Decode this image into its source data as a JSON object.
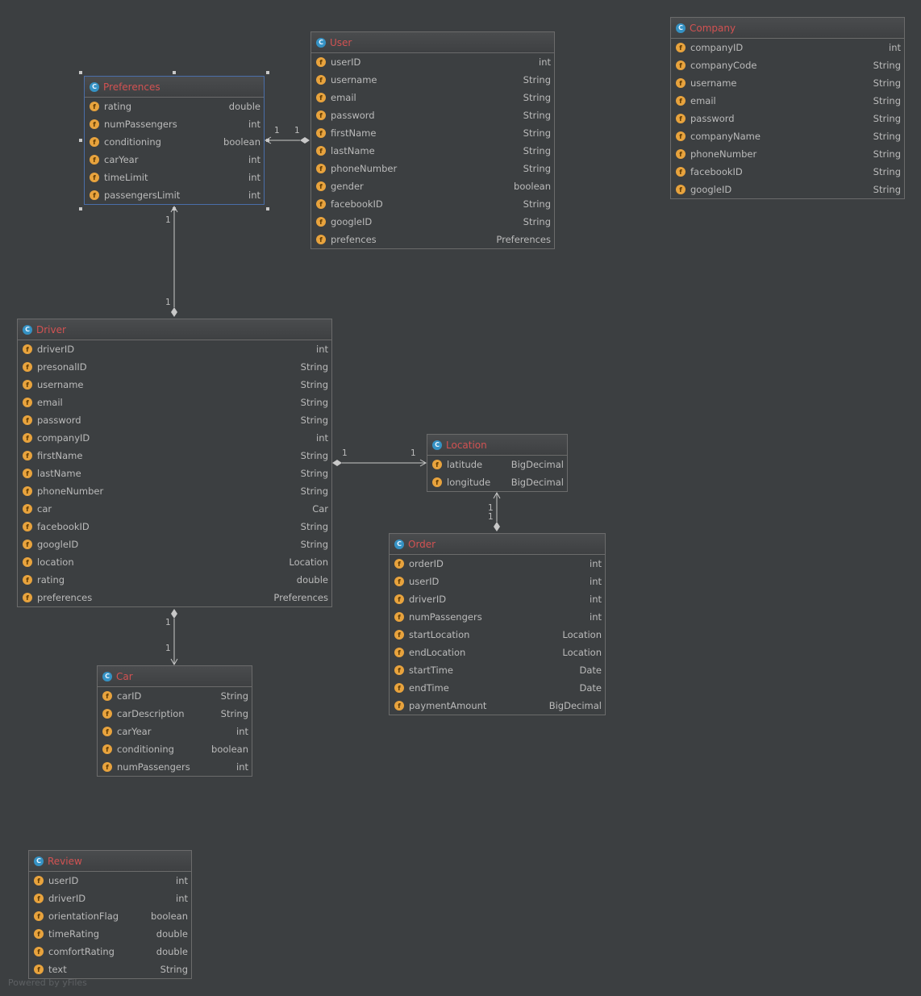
{
  "classes": {
    "user": {
      "name": "User",
      "fields": [
        {
          "name": "userID",
          "type": "int"
        },
        {
          "name": "username",
          "type": "String"
        },
        {
          "name": "email",
          "type": "String"
        },
        {
          "name": "password",
          "type": "String"
        },
        {
          "name": "firstName",
          "type": "String"
        },
        {
          "name": "lastName",
          "type": "String"
        },
        {
          "name": "phoneNumber",
          "type": "String"
        },
        {
          "name": "gender",
          "type": "boolean"
        },
        {
          "name": "facebookID",
          "type": "String"
        },
        {
          "name": "googleID",
          "type": "String"
        },
        {
          "name": "prefences",
          "type": "Preferences"
        }
      ]
    },
    "company": {
      "name": "Company",
      "fields": [
        {
          "name": "companyID",
          "type": "int"
        },
        {
          "name": "companyCode",
          "type": "String"
        },
        {
          "name": "username",
          "type": "String"
        },
        {
          "name": "email",
          "type": "String"
        },
        {
          "name": "password",
          "type": "String"
        },
        {
          "name": "companyName",
          "type": "String"
        },
        {
          "name": "phoneNumber",
          "type": "String"
        },
        {
          "name": "facebookID",
          "type": "String"
        },
        {
          "name": "googleID",
          "type": "String"
        }
      ]
    },
    "preferences": {
      "name": "Preferences",
      "fields": [
        {
          "name": "rating",
          "type": "double"
        },
        {
          "name": "numPassengers",
          "type": "int"
        },
        {
          "name": "conditioning",
          "type": "boolean"
        },
        {
          "name": "carYear",
          "type": "int"
        },
        {
          "name": "timeLimit",
          "type": "int"
        },
        {
          "name": "passengersLimit",
          "type": "int"
        }
      ]
    },
    "driver": {
      "name": "Driver",
      "fields": [
        {
          "name": "driverID",
          "type": "int"
        },
        {
          "name": "presonalID",
          "type": "String"
        },
        {
          "name": "username",
          "type": "String"
        },
        {
          "name": "email",
          "type": "String"
        },
        {
          "name": "password",
          "type": "String"
        },
        {
          "name": "companyID",
          "type": "int"
        },
        {
          "name": "firstName",
          "type": "String"
        },
        {
          "name": "lastName",
          "type": "String"
        },
        {
          "name": "phoneNumber",
          "type": "String"
        },
        {
          "name": "car",
          "type": "Car"
        },
        {
          "name": "facebookID",
          "type": "String"
        },
        {
          "name": "googleID",
          "type": "String"
        },
        {
          "name": "location",
          "type": "Location"
        },
        {
          "name": "rating",
          "type": "double"
        },
        {
          "name": "preferences",
          "type": "Preferences"
        }
      ]
    },
    "location": {
      "name": "Location",
      "fields": [
        {
          "name": "latitude",
          "type": "BigDecimal"
        },
        {
          "name": "longitude",
          "type": "BigDecimal"
        }
      ]
    },
    "order": {
      "name": "Order",
      "fields": [
        {
          "name": "orderID",
          "type": "int"
        },
        {
          "name": "userID",
          "type": "int"
        },
        {
          "name": "driverID",
          "type": "int"
        },
        {
          "name": "numPassengers",
          "type": "int"
        },
        {
          "name": "startLocation",
          "type": "Location"
        },
        {
          "name": "endLocation",
          "type": "Location"
        },
        {
          "name": "startTime",
          "type": "Date"
        },
        {
          "name": "endTime",
          "type": "Date"
        },
        {
          "name": "paymentAmount",
          "type": "BigDecimal"
        }
      ]
    },
    "car": {
      "name": "Car",
      "fields": [
        {
          "name": "carID",
          "type": "String"
        },
        {
          "name": "carDescription",
          "type": "String"
        },
        {
          "name": "carYear",
          "type": "int"
        },
        {
          "name": "conditioning",
          "type": "boolean"
        },
        {
          "name": "numPassengers",
          "type": "int"
        }
      ]
    },
    "review": {
      "name": "Review",
      "fields": [
        {
          "name": "userID",
          "type": "int"
        },
        {
          "name": "driverID",
          "type": "int"
        },
        {
          "name": "orientationFlag",
          "type": "boolean"
        },
        {
          "name": "timeRating",
          "type": "double"
        },
        {
          "name": "comfortRating",
          "type": "double"
        },
        {
          "name": "text",
          "type": "String"
        }
      ]
    }
  },
  "icons": {
    "class_glyph": "C",
    "field_glyph": "f"
  },
  "multiplicities": {
    "user_pref_left": "1",
    "user_pref_right": "1",
    "pref_driver_top": "1",
    "pref_driver_bottom": "1",
    "driver_location_left": "1",
    "driver_location_right": "1",
    "location_order_top": "1",
    "location_order_bottom": "1",
    "driver_car_top": "1",
    "driver_car_bottom": "1"
  },
  "footer": {
    "powered_by": "Powered by yFiles"
  },
  "colors": {
    "background": "#3c3f41",
    "class_name": "#d25252",
    "class_icon": "#3592c4",
    "field_icon": "#e8a33d",
    "text": "#bbbbbb",
    "border": "#6b6b6b",
    "selection": "#4a6ea9"
  }
}
